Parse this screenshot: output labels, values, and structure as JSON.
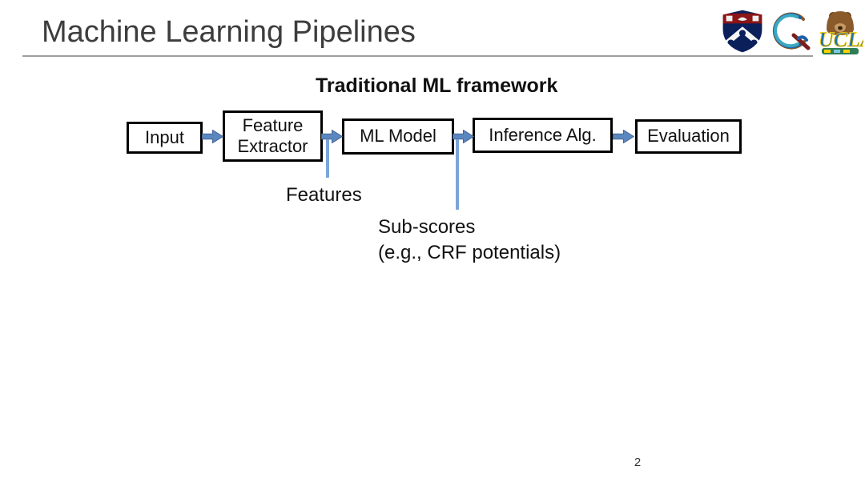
{
  "slide": {
    "title": "Machine Learning Pipelines",
    "page_number": "2",
    "diagram": {
      "heading": "Traditional ML framework",
      "boxes": [
        {
          "label": "Input"
        },
        {
          "label": "Feature Extractor"
        },
        {
          "label": "ML Model"
        },
        {
          "label": "Inference Alg."
        },
        {
          "label": "Evaluation"
        }
      ],
      "annotations": {
        "features": "Features",
        "subscores_line1": "Sub-scores",
        "subscores_line2": "(e.g., CRF potentials)"
      }
    },
    "logos": {
      "penn": "University of Pennsylvania shield",
      "g_mark": "multicolor G mark",
      "ucla": "UCLA Bruin bear"
    },
    "colors": {
      "arrow_fill": "#5b87c0",
      "arrow_edge": "#41618f",
      "connector": "#7ba6d9",
      "box_border": "#000000",
      "title_text": "#3d3d3d",
      "divider": "#9e9e9e",
      "penn_navy": "#0b1f5b",
      "penn_red": "#8c1515",
      "ucla_blue": "#2774ae",
      "ucla_gold": "#ffd100"
    }
  }
}
